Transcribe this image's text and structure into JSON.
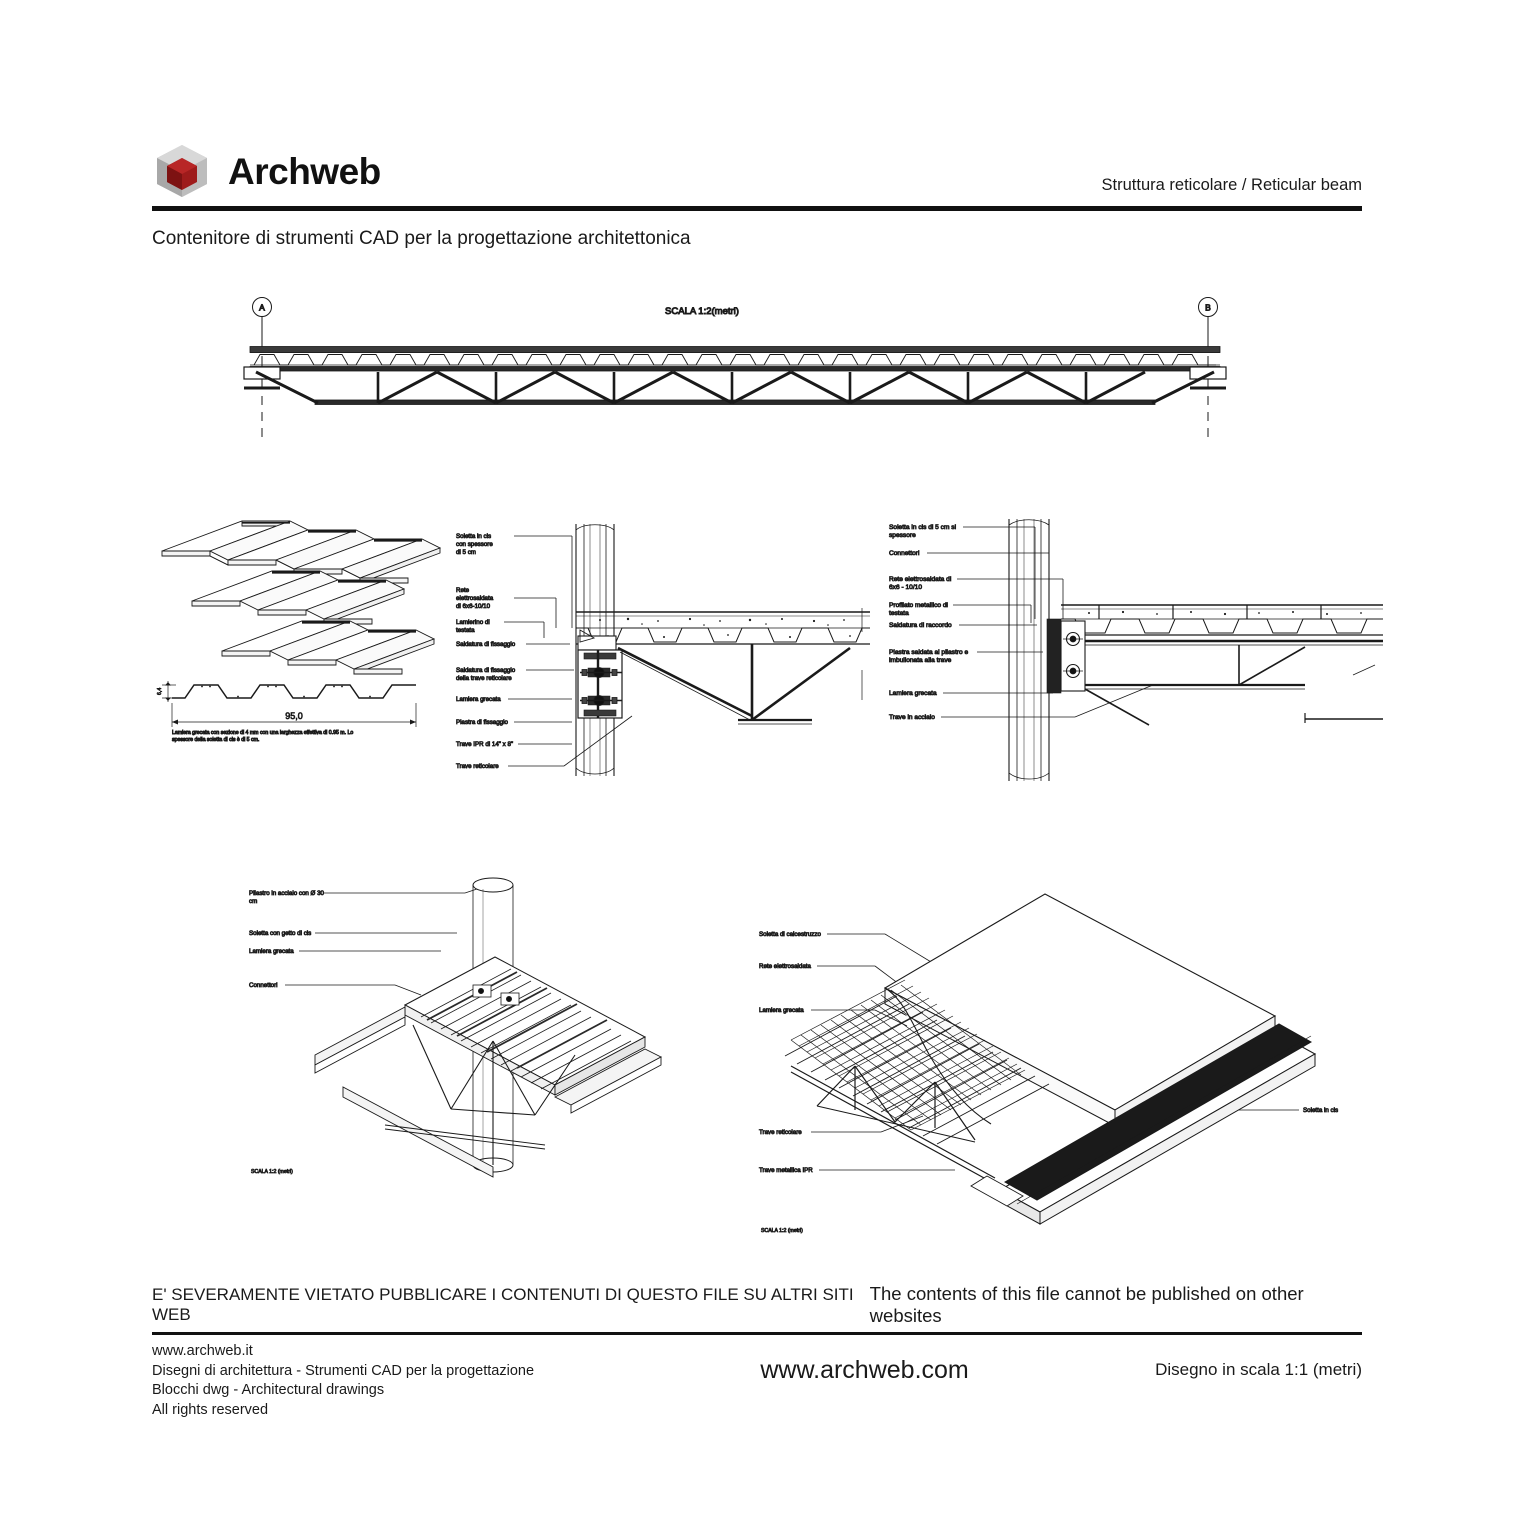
{
  "header": {
    "brand": "Archweb",
    "title_right": "Struttura reticolare  /  Reticular beam",
    "subtitle": "Contenitore di strumenti CAD per la progettazione architettonica"
  },
  "beam_elevation": {
    "scale_label": "SCALA 1:2(metri)",
    "grid_left": "A",
    "grid_right": "B"
  },
  "deck_detail": {
    "height_dim": "6,4",
    "width_dim": "95,0",
    "caption": "Lamiera grecata con sezione di 4 mm con una larghezza effettiva di 0.95 m. Lo spessore della soletta di cls è di 5 cm."
  },
  "node_detail_a": {
    "labels": [
      "Soletta in cls",
      "con spessore",
      "di 5 cm",
      "Rete",
      "elettrosaldata",
      "di 6x6-10/10",
      "Lamierino di",
      "testata",
      "Saldatura di fissaggio",
      "Saldatura di fissaggio",
      "della trave reticolare",
      "Lamiera grecata",
      "Piastra di fissaggio",
      "Trave IPR di 14\" x 8\"",
      "Trave reticolare"
    ]
  },
  "node_detail_b": {
    "labels": [
      "Soletta in cls di 5 cm si",
      "spessore",
      "Connettori",
      "Rete elettrosaldata di",
      "6x6 - 10/10",
      "Profilato metallico di",
      "testata",
      "Saldatura di raccordo",
      "Piastra saldata al pilastro e",
      "imbullonata alla trave",
      "Lamiera grecata",
      "Trave in acciaio"
    ]
  },
  "iso_column": {
    "labels": [
      "Pilastro in acciaio con Ø 30",
      "cm",
      "Soletta con getto di cls",
      "Lamiera grecata",
      "Connettori"
    ],
    "scale_label": "SCALA 1:2 (metri)"
  },
  "iso_slab": {
    "labels": [
      "Soletta di calcestruzzo",
      "Rete elettrosaldata",
      "Lamiera grecata",
      "Trave reticolare",
      "Trave metallica IPR",
      "Soletta in cls"
    ],
    "scale_label": "SCALA 1:2 (metri)"
  },
  "footer": {
    "notice_it": "E' SEVERAMENTE VIETATO PUBBLICARE I CONTENUTI DI QUESTO FILE SU ALTRI SITI WEB",
    "notice_en": "The contents of this file cannot be published on other websites",
    "left_line1": "www.archweb.it",
    "left_line2": "Disegni di architettura - Strumenti CAD  per la progettazione",
    "left_line3": "Blocchi dwg - Architectural drawings",
    "left_line4": "All rights reserved",
    "site": "www.archweb.com",
    "scale": "Disegno in scala 1:1 (metri)"
  },
  "colors": {
    "ink": "#1a1a1a",
    "logo_red": "#9e1b1b",
    "logo_grey": "#b5b5b5",
    "rule": "#111111"
  }
}
